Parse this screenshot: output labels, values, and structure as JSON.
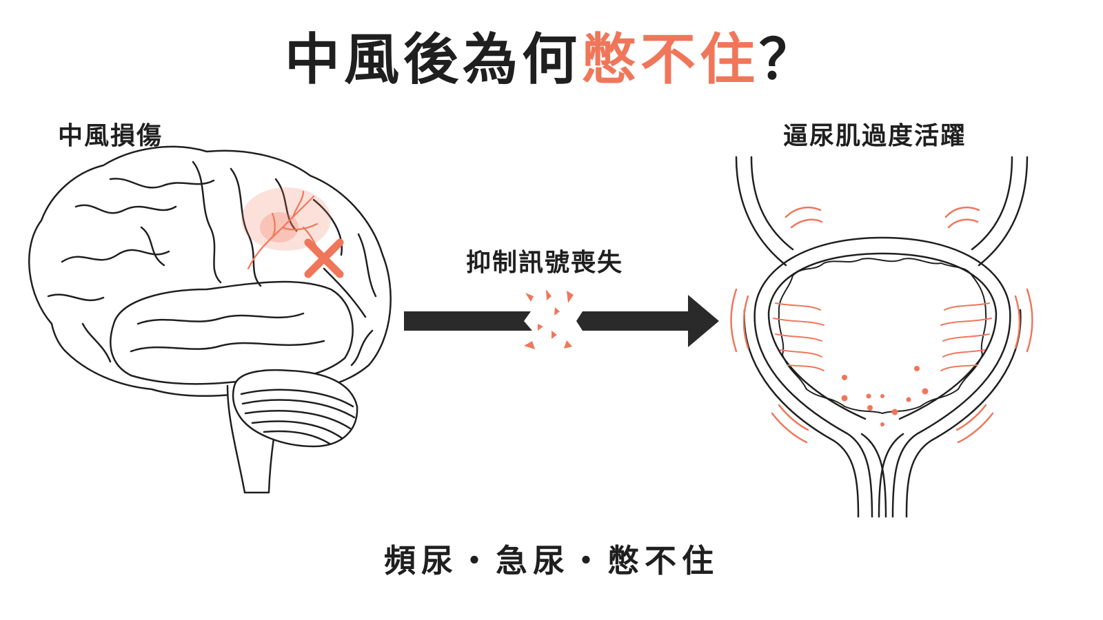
{
  "title": {
    "prefix": "中風後為何",
    "highlight": "憋不住",
    "suffix": "？"
  },
  "labels": {
    "brain": "中風損傷",
    "signal": "抑制訊號喪失",
    "bladder": "逼尿肌過度活躍"
  },
  "bottom_text": "頻尿・急尿・憋不住",
  "colors": {
    "accent": "#f0765a",
    "ink": "#1f1f1f",
    "arrow": "#2a2a2a"
  }
}
